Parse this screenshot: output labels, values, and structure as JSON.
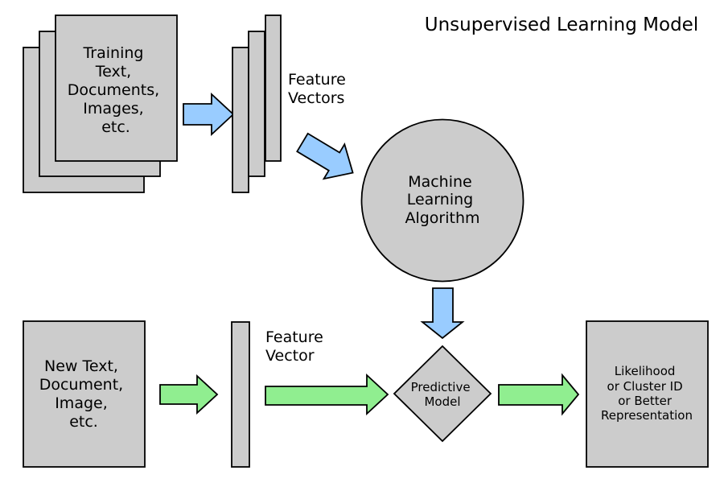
{
  "title": "Unsupervised Learning Model",
  "colors": {
    "shape_fill": "#cccccc",
    "blue_arrow": "#99ccff",
    "green_arrow": "#90ee90",
    "stroke": "#000000",
    "background": "#ffffff"
  },
  "nodes": {
    "training_docs": {
      "shape": "stacked-rectangles",
      "lines": [
        "Training",
        "Text,",
        "Documents,",
        "Images,",
        "etc."
      ]
    },
    "feature_vectors": {
      "shape": "vertical-bars",
      "label_lines": [
        "Feature",
        "Vectors"
      ]
    },
    "ml_algorithm": {
      "shape": "circle",
      "lines": [
        "Machine",
        "Learning",
        "Algorithm"
      ]
    },
    "new_doc": {
      "shape": "rectangle",
      "lines": [
        "New Text,",
        "Document,",
        "Image,",
        "etc."
      ]
    },
    "feature_vector": {
      "shape": "vertical-bar",
      "label_lines": [
        "Feature",
        "Vector"
      ]
    },
    "predictive_model": {
      "shape": "diamond",
      "lines": [
        "Predictive",
        "Model"
      ]
    },
    "output": {
      "shape": "rectangle",
      "lines": [
        "Likelihood",
        "or Cluster ID",
        "or Better",
        "Representation"
      ]
    }
  }
}
